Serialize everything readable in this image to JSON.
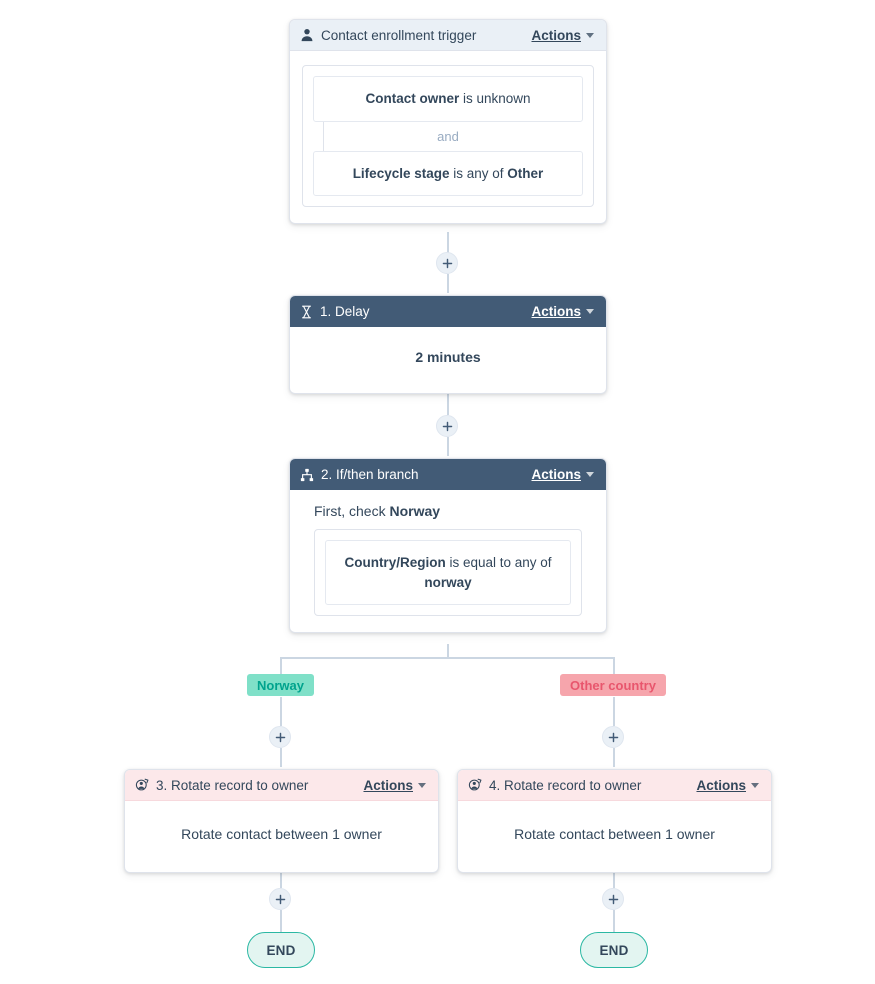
{
  "theme": {
    "line_color": "#cbd6e2",
    "dark_header_bg": "#425b76",
    "light_header_bg": "#eaf0f6",
    "pink_header_bg": "#fce8ea",
    "norway_badge_bg": "#7fe0c8",
    "norway_badge_text": "#00a38d",
    "other_badge_bg": "#f6a5ac",
    "other_badge_text": "#e8566d",
    "end_fill": "#e3f5f1",
    "end_border": "#2bb8a3"
  },
  "actions_label": "Actions",
  "trigger": {
    "icon": "contact-person-icon",
    "title": "Contact enrollment trigger",
    "actions_label": "Actions",
    "filters": [
      {
        "prefix": "",
        "bold1": "Contact owner",
        "mid": " is unknown",
        "bold2": "",
        "suffix": ""
      },
      {
        "prefix": "",
        "bold1": "Lifecycle stage",
        "mid": " is any of ",
        "bold2": "Other",
        "suffix": ""
      }
    ],
    "separator_label": "and"
  },
  "delay": {
    "icon": "hourglass-icon",
    "title": "1. Delay",
    "actions_label": "Actions",
    "value": "2 minutes"
  },
  "branch": {
    "icon": "branch-icon",
    "title": "2. If/then branch",
    "actions_label": "Actions",
    "intro_prefix": "First, check ",
    "intro_bold": "Norway",
    "condition": {
      "bold1": "Country/Region",
      "mid": " is equal to any of",
      "bold2": "norway"
    },
    "labels": {
      "left": "Norway",
      "right": "Other country"
    }
  },
  "actions_left": {
    "icon": "rotate-owner-icon",
    "title": "3. Rotate record to owner",
    "actions_label": "Actions",
    "body": "Rotate contact between 1 owner",
    "end_label": "END"
  },
  "actions_right": {
    "icon": "rotate-owner-icon",
    "title": "4. Rotate record to owner",
    "actions_label": "Actions",
    "body": "Rotate contact between 1 owner",
    "end_label": "END"
  },
  "add_step_button": "add-step-plus"
}
